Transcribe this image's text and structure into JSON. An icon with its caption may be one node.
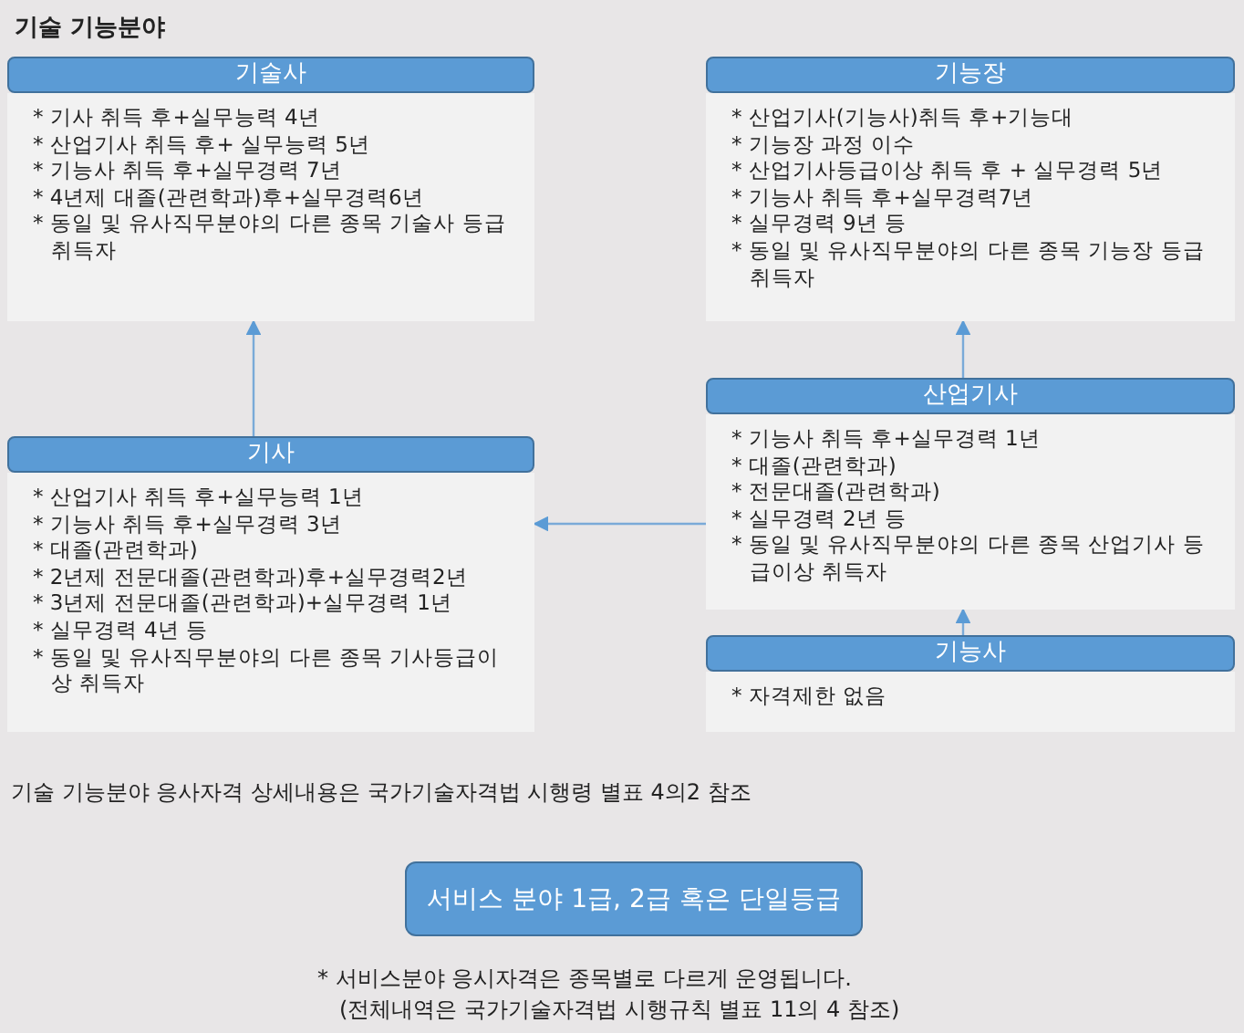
{
  "diagram": {
    "title": "기술 기능분야",
    "nodes": [
      {
        "text": [
          "기술사",
          "* 기사 취득 후+실무능력 4년",
          "* 산업기사 취득 후+ 실무능력 5년",
          "* 기능사 취득 후+실무경력 7년",
          "* 4년제 대졸(관련학과)후+실무경력6년",
          "* 동일 및 유사직무분야의 다른 종목 기술사 등급 취득자"
        ]
      },
      {
        "text": [
          "기능장",
          "* 산업기사(기능사)취득 후+기능대",
          "* 기능장 과정 이수",
          "* 산업기사등급이상 취득 후 + 실무경력 5년",
          "* 기능사 취득 후+실무경력7년",
          "* 실무경력 9년 등",
          "* 동일 및 유사직무분야의 다른 종목 기능장 등급 취득자"
        ]
      },
      {
        "text": [
          "기사",
          "* 산업기사 취득 후+실무능력 1년",
          "* 기능사 취득 후+실무경력 3년",
          "* 대졸(관련학과)",
          "* 2년제 전문대졸(관련학과)후+실무경력2년",
          "* 3년제 전문대졸(관련학과)+실무경력 1년",
          "* 실무경력 4년 등",
          "* 동일 및 유사직무분야의 다른 종목 기사등급이상 취득자"
        ]
      },
      {
        "text": [
          "산업기사",
          "* 기능사 취득 후+실무경력 1년",
          "* 대졸(관련학과)",
          "* 전문대졸(관련학과)",
          "* 실무경력 2년 등",
          "* 동일 및 유사직무분야의 다른 종목 산업기사 등급이상 취득자"
        ]
      },
      {
        "text": [
          "기능사",
          "* 자격제한 없음"
        ]
      },
      {
        "text": [
          "서비스 분야 1급, 2급 혹은 단일등급"
        ]
      }
    ],
    "edges": [
      {
        "from": 2,
        "to": 0,
        "arrow": "to"
      },
      {
        "from": 3,
        "to": 2,
        "arrow": "to"
      },
      {
        "from": 3,
        "to": 1,
        "arrow": "to"
      },
      {
        "from": 4,
        "to": 3,
        "arrow": "to"
      }
    ],
    "labels": [
      "기술 기능분야 응사자격 상세내용은 국가기술자격법 시행령 별표 4의2 참조",
      "* 서비스분야 응시자격은 종목별로 다르게 운영됩니다.",
      "(전체내역은 국가기술자격법 시행규칙 별표 11의 4 참조)"
    ]
  }
}
